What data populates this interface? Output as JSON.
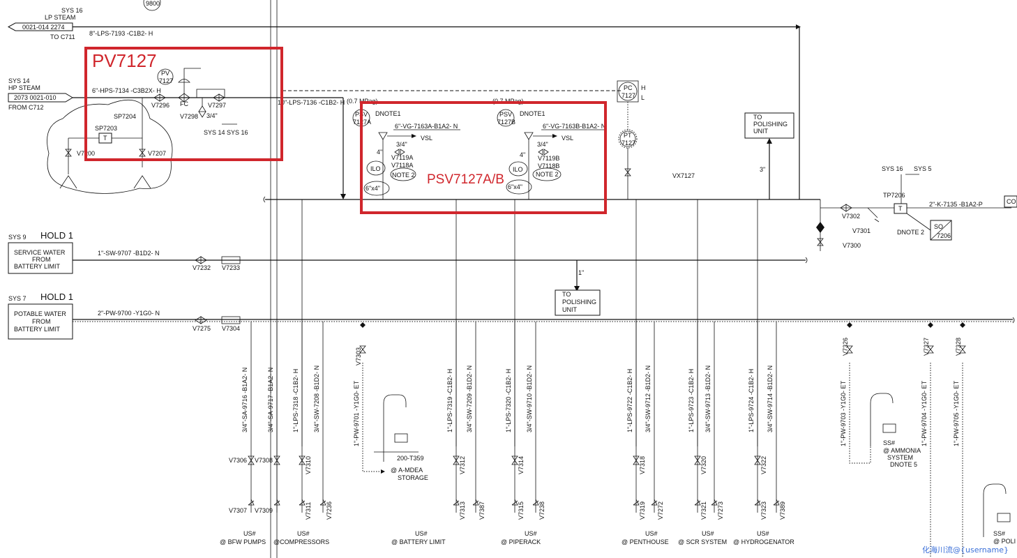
{
  "top": {
    "sys16": "SYS 16",
    "lp_steam": "LP STEAM",
    "lp_ref": "0021-014 2274",
    "to_c711": "TO C711",
    "lps_line": "8\"-LPS-7193 -C1B2- H",
    "bubble": "9800"
  },
  "hp": {
    "sys14": "SYS 14",
    "hp_steam": "HP STEAM",
    "hp_ref": "2073 0021-010",
    "from_c712": "FROM C712",
    "hps_line": "6\"-HPS-7134 -C3B2X- H",
    "lps_7136": "10\"-LPS-7136 -C1B2- H"
  },
  "pv": {
    "title": "PV7127",
    "pv_a": "PV",
    "pv_b": "7127",
    "fc": "FC",
    "v7296": "V7296",
    "v7297": "V7297",
    "v7298": "V7298",
    "size": "3/4\"",
    "sys14_16": "SYS 14 SYS 16",
    "sp7204": "SP7204",
    "sp7203": "SP7203",
    "t": "T",
    "v7200": "V7200",
    "v7207": "V7207"
  },
  "psv": {
    "title": "PSV7127A/B",
    "mpa": "(0.7 MPag)",
    "psv": "PSV",
    "tag_a": "7127A",
    "tag_b": "7127B",
    "dnote1": "DNOTE1",
    "vg_a": "6\"-VG-7163A-B1A2- N",
    "vg_b": "6\"-VG-7163B-B1A2- N",
    "vsl": "VSL",
    "size34": "3/4\"",
    "size4": "4\"",
    "v7119a": "V7119A",
    "v7118a": "V7118A",
    "v7119b": "V7119B",
    "v7118b": "V7118B",
    "ilo": "ILO",
    "note2": "NOTE 2",
    "size6x4": "6\"x4\""
  },
  "pc": {
    "a": "PC",
    "b": "7127",
    "h": "H",
    "l": "L"
  },
  "pt": {
    "a": "PT",
    "b": "7127"
  },
  "vx7127": "VX7127",
  "polish1": {
    "l1": "TO",
    "l2": "POLISHING",
    "l3": "UNIT"
  },
  "polish1_size": "3\"",
  "right": {
    "sys16": "SYS 16",
    "sys5": "SYS 5",
    "tp7206": "TP7206",
    "t": "T",
    "k_line": "2\"-K-7135 -B1A2-P",
    "co": "CO",
    "v7302": "V7302",
    "v7301": "V7301",
    "v7300": "V7300",
    "dnote2": "DNOTE 2",
    "so": "SO",
    "so_tag": "7206"
  },
  "sw": {
    "sys": "SYS 9",
    "hold": "HOLD 1",
    "b1": "SERVICE WATER",
    "b2": "FROM",
    "b3": "BATTERY LIMIT",
    "line": "1\"-SW-9707 -B1D2- N",
    "v1": "V7232",
    "v2": "V7233"
  },
  "polish2": {
    "l1": "TO",
    "l2": "POLISHING",
    "l3": "UNIT"
  },
  "polish2_size": "1\"",
  "pw": {
    "sys": "SYS 7",
    "hold": "HOLD 1",
    "b1": "POTABLE WATER",
    "b2": "FROM",
    "b3": "BATTERY LIMIT",
    "line": "2\"-PW-9700 -Y1G0- N",
    "v1": "V7275",
    "v2": "V7304"
  },
  "branches": [
    {
      "line": "3/4\"-SA-9716 -B1A2- N",
      "v1": "V7306",
      "v2": "V7307"
    },
    {
      "line": "3/4\"-SA-9717 -B1A2- N",
      "v1": "V7308",
      "v2": "V7309"
    },
    {
      "line": "1\"-LPS-7318 -C1B2- H",
      "v1": "V7310",
      "v2": "V7311"
    },
    {
      "line": "3/4\"-SW-7208 -B1D2- N",
      "v1": "",
      "v2": "V7236"
    },
    {
      "line": "1\"-PW-9701 -Y1G0- ET",
      "v1": "V7303",
      "v2": ""
    },
    {
      "line": "1\"-LPS-7319 -C1B2- H",
      "v1": "V7312",
      "v2": "V7313"
    },
    {
      "line": "3/4\"-SW-7209 -B1D2- N",
      "v1": "",
      "v2": "V7387"
    },
    {
      "line": "1\"-LPS-7320 -C1B2- H",
      "v1": "V7314",
      "v2": "V7315"
    },
    {
      "line": "3/4\"-SW-9710 -B1D2- N",
      "v1": "",
      "v2": "V7238"
    },
    {
      "line": "1\"-LPS-9722 -C1B2- H",
      "v1": "V7318",
      "v2": "V7319"
    },
    {
      "line": "3/4\"-SW-9712 -B1D2- N",
      "v1": "",
      "v2": "V7272"
    },
    {
      "line": "1\"-LPS-9723 -C1B2- H",
      "v1": "V7320",
      "v2": "V7321"
    },
    {
      "line": "3/4\"-SW-9713 -B1D2- N",
      "v1": "",
      "v2": "V7273"
    },
    {
      "line": "1\"-LPS-9724 -C1B2- H",
      "v1": "V7322",
      "v2": "V7323"
    },
    {
      "line": "3/4\"-SW-9714 -B1D2- N",
      "v1": "",
      "v2": "V7389"
    },
    {
      "line": "1\"-PW-9703 -Y1G0- ET",
      "v1": "V7326",
      "v2": ""
    },
    {
      "line": "1\"-PW-9704 -Y1G0- ET",
      "v1": "V7327",
      "v2": ""
    },
    {
      "line": "1\"-PW-9705 -Y1G0- ET",
      "v1": "V7328",
      "v2": ""
    }
  ],
  "stations": [
    {
      "us": "US#",
      "loc": "@ BFW PUMPS"
    },
    {
      "us": "US#",
      "loc": "@COMPRESSORS"
    },
    {
      "us": "US#",
      "loc": "@ BATTERY LIMIT"
    },
    {
      "us": "US#",
      "loc": "@ PIPERACK"
    },
    {
      "us": "US#",
      "loc": "@ PENTHOUSE"
    },
    {
      "us": "US#",
      "loc": "@ SCR SYSTEM"
    },
    {
      "us": "US#",
      "loc": "@ HYDROGENATOR"
    }
  ],
  "amdea": {
    "tag": "200-T359",
    "l1": "@ A-MDEA",
    "l2": "STORAGE"
  },
  "ss_ammonia": {
    "ss": "SS#",
    "l1": "@ AMMONIA",
    "l2": "SYSTEM",
    "l3": "DNOTE 5"
  },
  "ss_poli": {
    "ss": "SS#",
    "l1": "@ POLI"
  },
  "watermark": "化海川流@{username}"
}
